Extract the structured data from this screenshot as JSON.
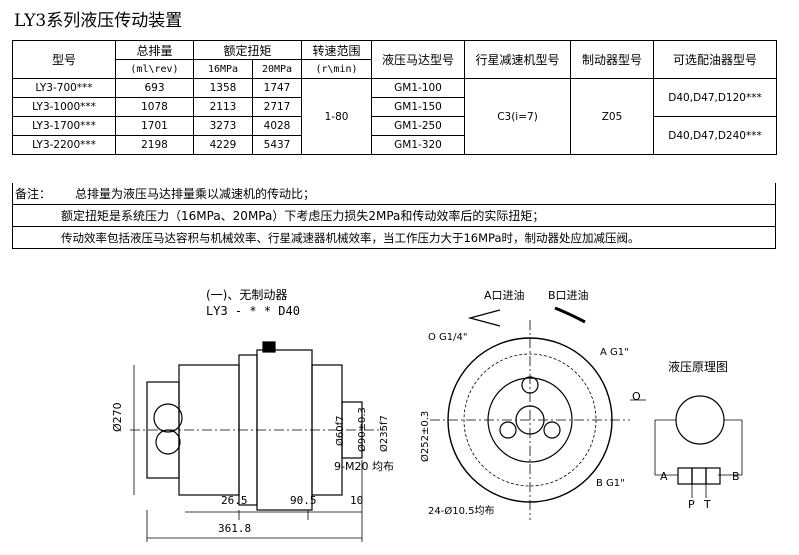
{
  "title": "LY3系列液压传动装置",
  "table": {
    "headers": {
      "model": "型号",
      "displacement": "总排量",
      "displacement_unit": "(ml\\rev)",
      "torque": "额定扭矩",
      "torque_16": "16MPa",
      "torque_20": "20MPa",
      "speed": "转速范围",
      "speed_unit": "(r\\min)",
      "motor": "液压马达型号",
      "reducer": "行星减速机型号",
      "brake": "制动器型号",
      "valve": "可选配油器型号"
    },
    "rows": [
      {
        "model": "LY3-700***",
        "disp": "693",
        "t16": "1358",
        "t20": "1747",
        "motor": "GM1-100"
      },
      {
        "model": "LY3-1000***",
        "disp": "1078",
        "t16": "2113",
        "t20": "2717",
        "motor": "GM1-150"
      },
      {
        "model": "LY3-1700***",
        "disp": "1701",
        "t16": "3273",
        "t20": "4028",
        "motor": "GM1-250"
      },
      {
        "model": "LY3-2200***",
        "disp": "2198",
        "t16": "4229",
        "t20": "5437",
        "motor": "GM1-320"
      }
    ],
    "speed": "1-80",
    "reducer": "C3(i=7)",
    "brake": "Z05",
    "valve_1": "D40,D47,D120***",
    "valve_2": "D40,D47,D240***"
  },
  "notes": {
    "label": "备注：",
    "line1": "总排量为液压马达排量乘以减速机的传动比；",
    "line2": "额定扭矩是系统压力（16MPa、20MPa）下考虑压力损失2MPa和传动效率后的实际扭矩；",
    "line3": "传动效率包括液压马达容积与机械效率、行星减速器机械效率，当工作压力大于16MPa时，制动器处应加减压阀。"
  },
  "drawing": {
    "subtitle": "(一)、无制动器",
    "model": "LY3 - * * D40",
    "port_a_in": "A口进油",
    "port_b_in": "B口进油",
    "dim_270": "Ø270",
    "dim_60": "Ø60f7",
    "dim_90": "Ø90±0.3",
    "dim_235": "Ø235f7",
    "dim_252": "Ø252±0.3",
    "bolts": "9-M20 均布",
    "dim_26": "26.5",
    "dim_90b": "90.5",
    "dim_10": "10",
    "dim_361": "361.8",
    "port_o": "O G1/4\"",
    "port_a": "A G1\"",
    "port_b": "B G1\"",
    "holes": "24-Ø10.5均布",
    "schematic_title": "液压原理图",
    "sch_o": "O",
    "sch_a": "A",
    "sch_b": "B",
    "sch_p": "P",
    "sch_t": "T"
  }
}
